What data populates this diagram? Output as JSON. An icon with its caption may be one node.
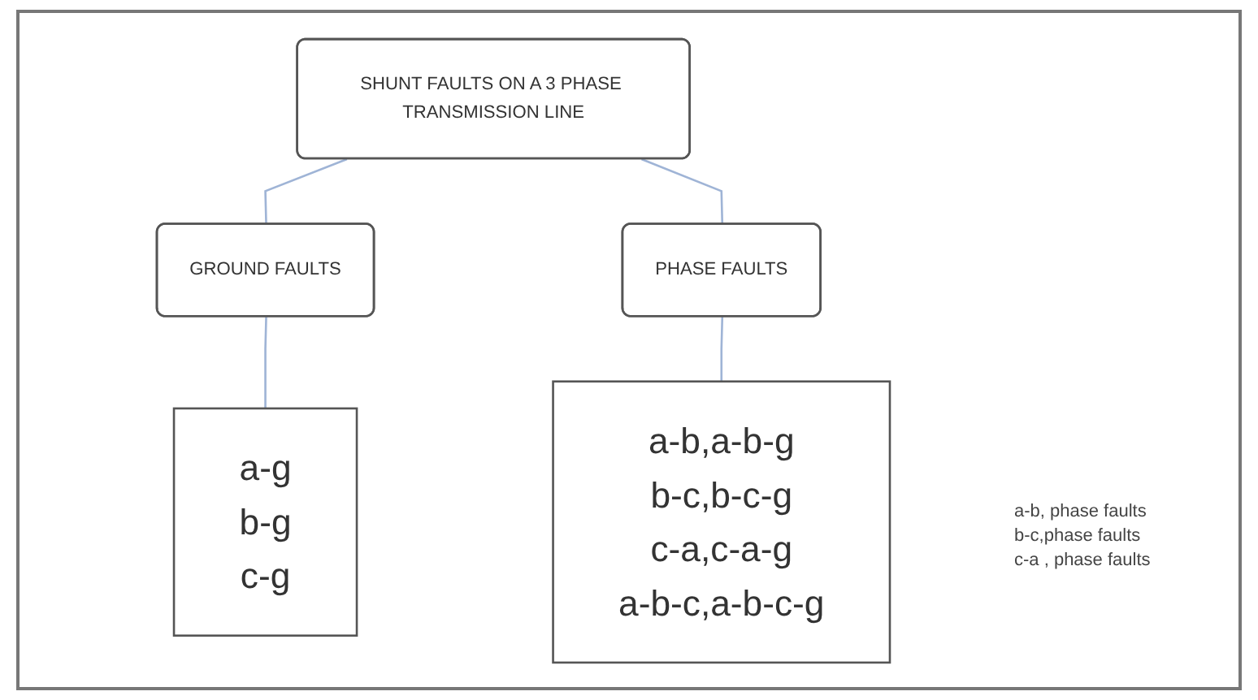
{
  "diagram": {
    "nodes": [
      {
        "text": [
          "SHUNT FAULTS ON A 3 PHASE TRANSMISSION LINE"
        ]
      },
      {
        "text": [
          "GROUND FAULTS"
        ]
      },
      {
        "text": [
          "PHASE FAULTS"
        ]
      },
      {
        "text": [
          "a-g",
          "b-g",
          "c-g"
        ]
      },
      {
        "text": [
          "a-b,a-b-g",
          "b-c,b-c-g",
          "c-a,c-a-g",
          "a-b-c,a-b-c-g"
        ]
      }
    ],
    "edges": [
      {
        "from": 0,
        "to": 1,
        "arrow": "none"
      },
      {
        "from": 0,
        "to": 2,
        "arrow": "none"
      },
      {
        "from": 1,
        "to": 3,
        "arrow": "none"
      },
      {
        "from": 2,
        "to": 4,
        "arrow": "none"
      }
    ],
    "labels": [
      "a-b, phase faults",
      "b-c,phase faults",
      "c-a , phase faults"
    ]
  }
}
